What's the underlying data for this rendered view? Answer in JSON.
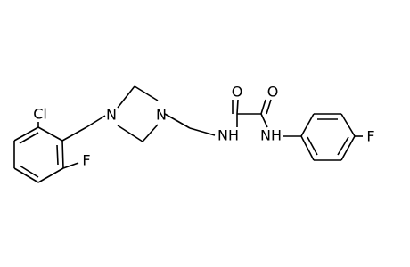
{
  "molecule": {
    "atoms": {
      "cl": "Cl",
      "f_left": "F",
      "n_piperazine_left": "N",
      "n_piperazine_right": "N",
      "nh_amide_left": "NH",
      "nh_amide_right": "NH",
      "o_left": "O",
      "o_right": "O",
      "f_right": "F"
    }
  }
}
